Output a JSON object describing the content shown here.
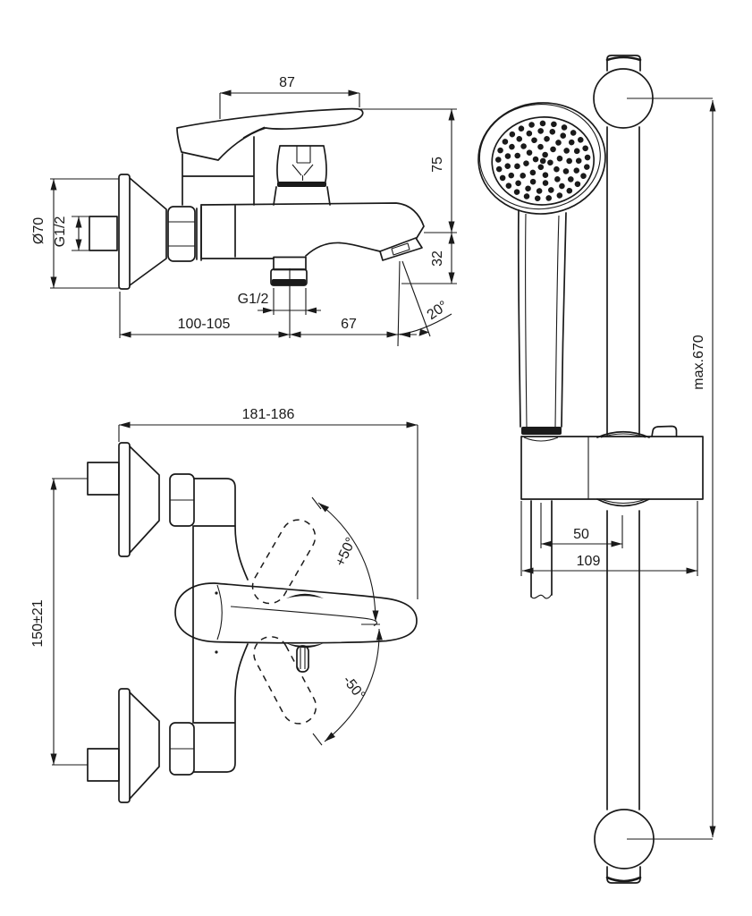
{
  "colors": {
    "background": "#ffffff",
    "line": "#1a1a1a"
  },
  "views": {
    "mixer_side": {
      "dims": {
        "handle_width": "87",
        "height_above_spout": "75",
        "spout_drop": "32",
        "wall_to_outlet": "100-105",
        "outlet_to_spout": "67",
        "spray_angle": "20°",
        "flange_diameter": "Ø70",
        "inlet_thread": "G1/2",
        "outlet_thread": "G1/2"
      }
    },
    "mixer_front": {
      "dims": {
        "overall_width": "181-186",
        "inlet_centres": "150±21",
        "swing_up": "+50°",
        "swing_down": "-50°"
      }
    },
    "shower_rail": {
      "dims": {
        "max_height": "max.670",
        "hose_offset": "50",
        "bracket_width": "109"
      }
    }
  }
}
